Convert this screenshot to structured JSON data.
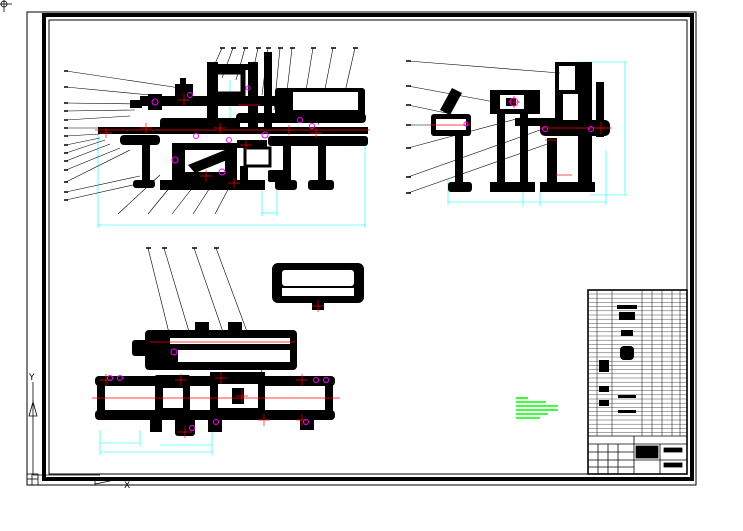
{
  "drawing": {
    "background_color": "#ffffff",
    "line_color": "#000000",
    "part_fill_color": "#000000",
    "centerline_color": "#ff0000",
    "dimension_color": "#00ffff",
    "hole_mark_color": "#ff00ff",
    "note_color": "#00ff00",
    "legible_text": []
  },
  "views": [
    {
      "name": "front-view",
      "leader_count": 25
    },
    {
      "name": "side-view",
      "leader_count": 7
    },
    {
      "name": "top-view",
      "leader_count": 4
    },
    {
      "name": "detail-view",
      "leader_count": 0
    }
  ],
  "ucs_icon": {
    "x_label": "X",
    "y_label": "Y"
  }
}
